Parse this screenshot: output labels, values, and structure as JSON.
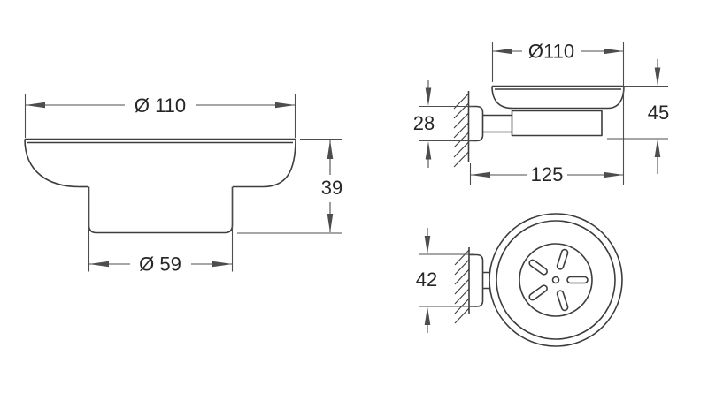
{
  "drawing": {
    "background_color": "#ffffff",
    "line_color": "#3d3d3d",
    "dimension_line_color": "#4d4d4d",
    "text_color": "#262626",
    "views": {
      "front": {
        "top_diameter": "Ø 110",
        "height": "39",
        "base_diameter": "Ø 59"
      },
      "side": {
        "diameter": "Ø110",
        "bracket_height": "28",
        "total_height": "45",
        "depth": "125"
      },
      "top": {
        "bracket_height": "42"
      }
    }
  }
}
